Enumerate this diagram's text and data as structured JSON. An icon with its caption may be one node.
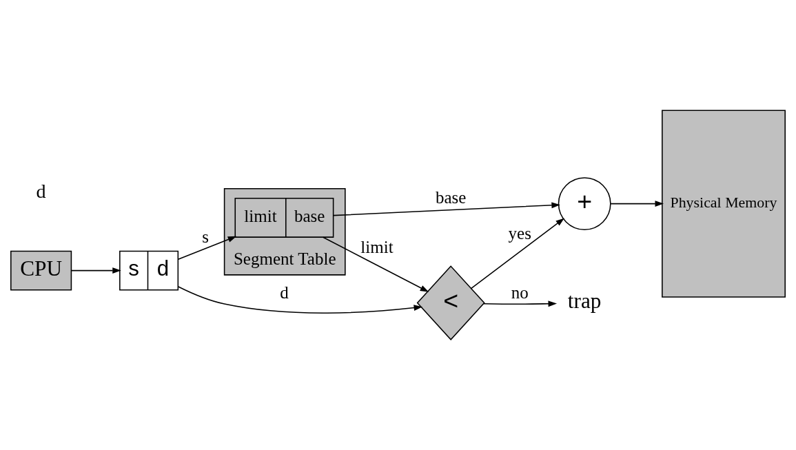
{
  "diagram": {
    "nodes": [
      {
        "text": [
          "CPU"
        ]
      },
      {
        "text": [
          "s",
          "d"
        ]
      },
      {
        "text": [
          "Segment Table"
        ]
      },
      {
        "text": [
          "limit",
          "base"
        ],
        "in": 2
      },
      {
        "text": [
          "<"
        ]
      },
      {
        "text": [
          "+"
        ]
      },
      {
        "text": [
          "Physical Memory"
        ]
      },
      {
        "text": [
          "trap"
        ]
      }
    ],
    "edges": [
      {
        "from": 0,
        "to": 1,
        "arrow": "to"
      },
      {
        "from": 1,
        "to": 3,
        "arrow": "to",
        "label": "s"
      },
      {
        "from": 1,
        "to": 4,
        "arrow": "to",
        "label": "d"
      },
      {
        "from": 3,
        "to": 4,
        "arrow": "to",
        "label": "limit"
      },
      {
        "from": 4,
        "to": 5,
        "arrow": "to",
        "label": "yes"
      },
      {
        "from": 3,
        "to": 5,
        "arrow": "to",
        "label": "base"
      },
      {
        "from": 5,
        "to": 6,
        "arrow": "to"
      },
      {
        "from": 4,
        "to": 7,
        "arrow": "to",
        "label": "no"
      }
    ],
    "labels": [
      "d"
    ]
  }
}
